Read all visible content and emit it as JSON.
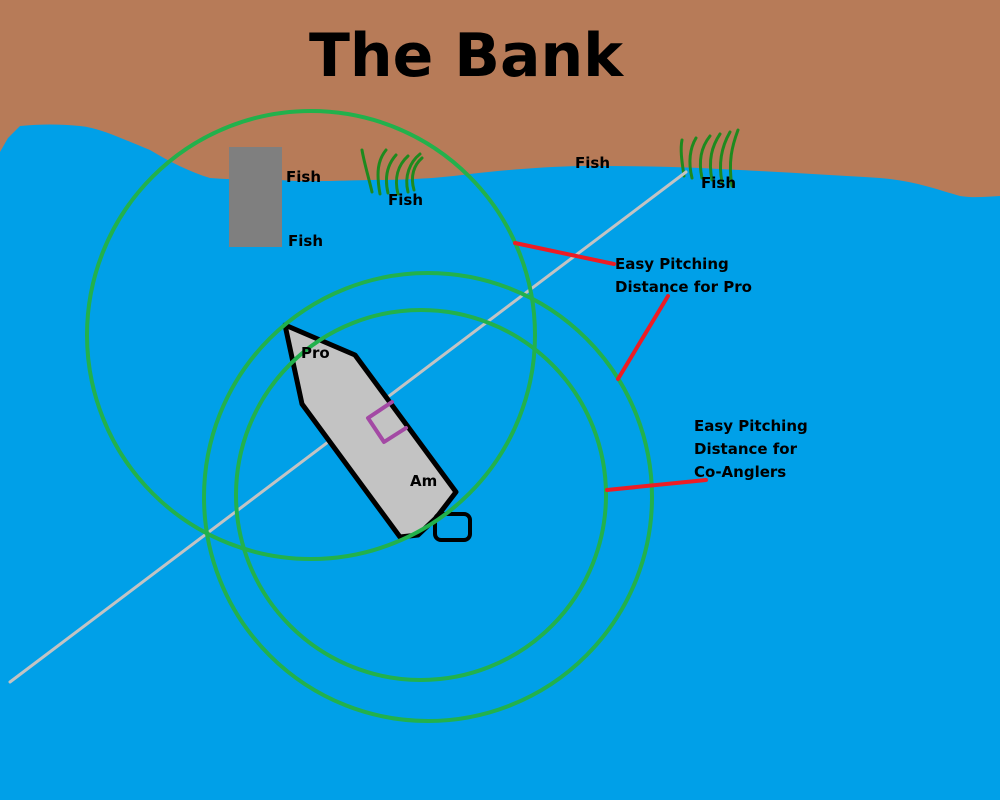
{
  "title": "The Bank",
  "labels": {
    "pro": "Pro",
    "am": "Am",
    "fish_1": "Fish",
    "fish_2": "Fish",
    "fish_3": "Fish",
    "fish_4": "Fish",
    "fish_5": "Fish"
  },
  "annotations": {
    "pro_line1": "Easy Pitching",
    "pro_line2": "Distance for Pro",
    "co_line1": "Easy Pitching",
    "co_line2": "Distance for",
    "co_line3": "Co-Anglers"
  },
  "colors": {
    "water": "#00a0e8",
    "bank": "#b77b58",
    "circle": "#22b14c",
    "pointer": "#ed1c24",
    "boat": "#c3c3c3",
    "seat": "#a349a4",
    "cast_line": "#c3c3c3",
    "stump": "#7f7f7f",
    "grass": "#1e8a1e"
  }
}
